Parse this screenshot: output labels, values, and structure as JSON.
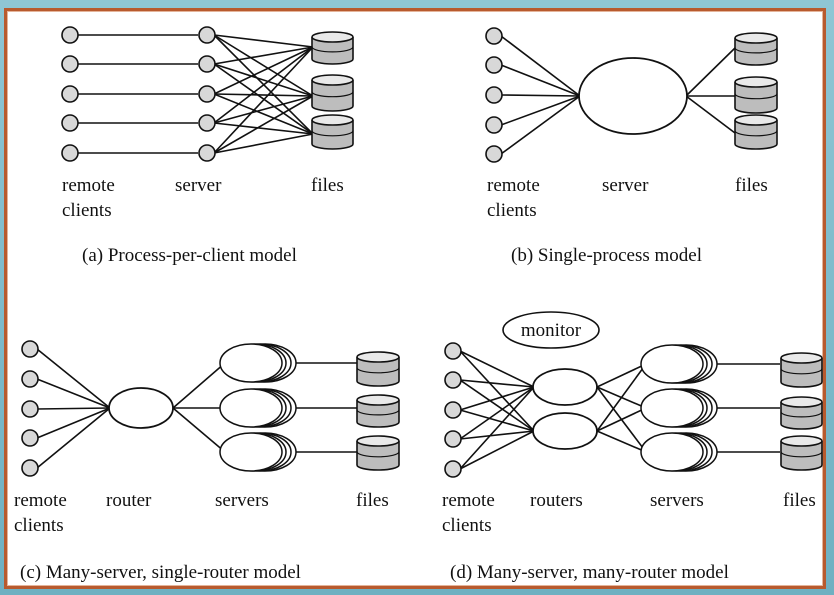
{
  "panel_a": {
    "labels": {
      "clients_line1": "remote",
      "clients_line2": "clients",
      "server": "server",
      "files": "files"
    },
    "caption": "(a) Process-per-client model"
  },
  "panel_b": {
    "labels": {
      "clients_line1": "remote",
      "clients_line2": "clients",
      "server": "server",
      "files": "files"
    },
    "caption": "(b) Single-process model"
  },
  "panel_c": {
    "labels": {
      "clients_line1": "remote",
      "clients_line2": "clients",
      "router": "router",
      "servers": "servers",
      "files": "files"
    },
    "caption": "(c) Many-server, single-router model"
  },
  "panel_d": {
    "monitor": "monitor",
    "labels": {
      "clients_line1": "remote",
      "clients_line2": "clients",
      "routers": "routers",
      "servers": "servers",
      "files": "files"
    },
    "caption": "(d) Many-server, many-router model"
  },
  "colors": {
    "frame_border": "#b85a2e",
    "node_fill": "#d8d8d8",
    "cylinder_fill": "#bdbdbd"
  }
}
